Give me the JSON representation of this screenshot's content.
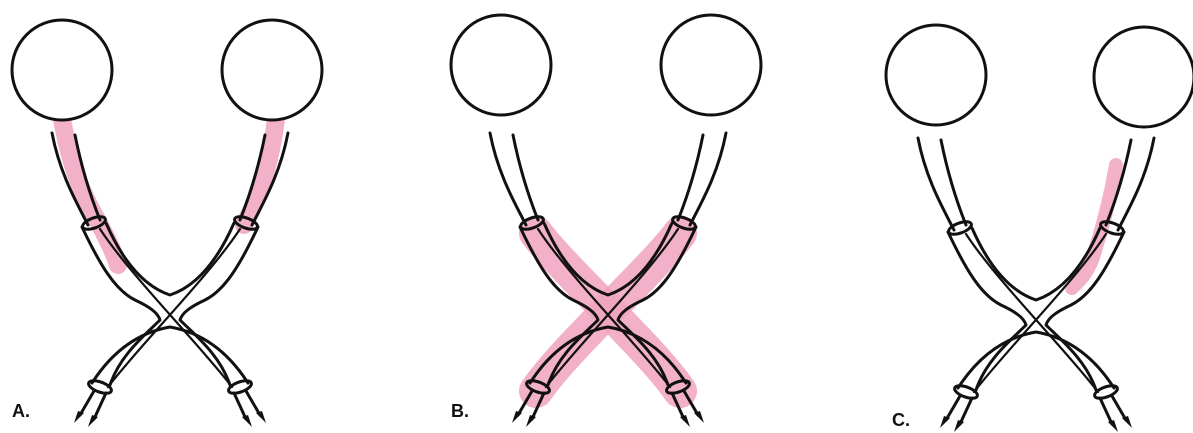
{
  "colors": {
    "ink": "#111111",
    "highlight": "#f0a3bf",
    "background": "#ffffff"
  },
  "panels": [
    {
      "label": "A.",
      "highlight": "optic-nerves-proximal"
    },
    {
      "label": "B.",
      "highlight": "chiasm-and-tracts"
    },
    {
      "label": "C.",
      "highlight": "right-nerve-distal"
    }
  ]
}
